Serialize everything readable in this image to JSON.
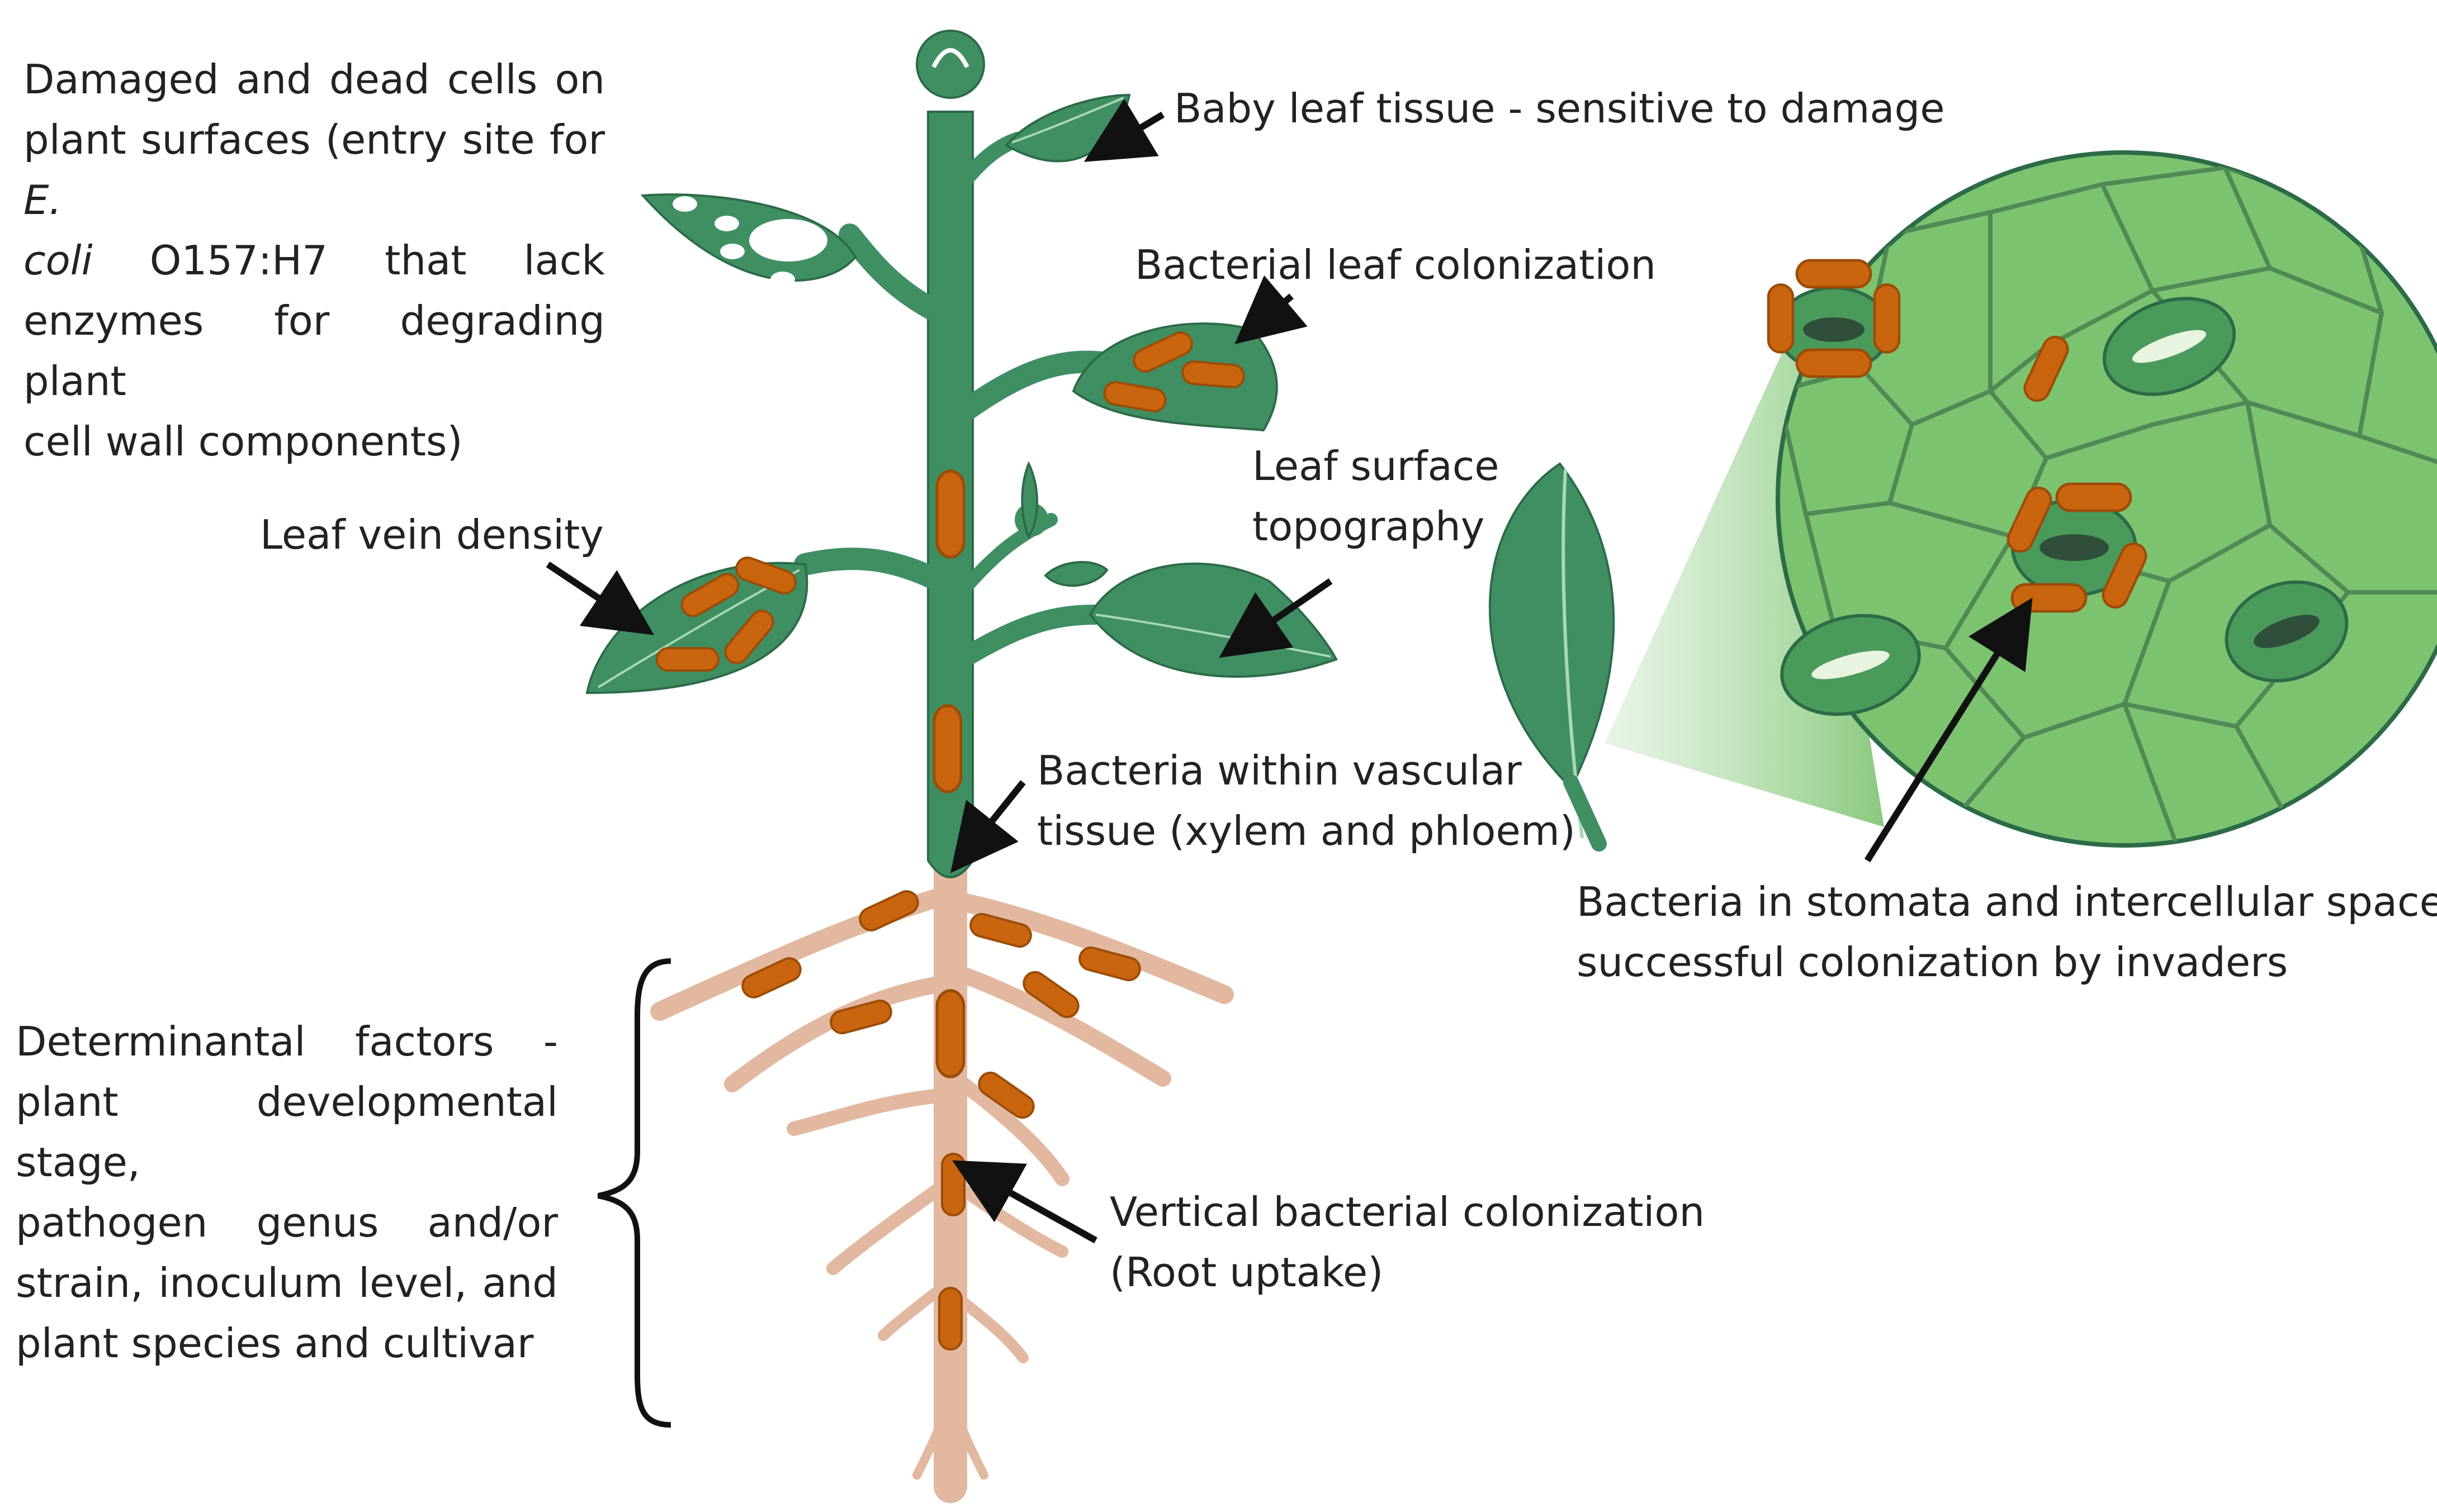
{
  "labels": {
    "damaged_cells": {
      "line1": "Damaged and dead cells on",
      "line2_pre": "plant surfaces (entry site for ",
      "line2_ital": "E.",
      "line3_ital": "coli",
      "line3_post": " O157:H7 that lack",
      "line4": "enzymes for degrading plant",
      "line5": "cell wall components)"
    },
    "baby_leaf": "Baby leaf tissue - sensitive to damage",
    "bacterial_leaf_colonization": "Bacterial leaf colonization",
    "leaf_surface_topography": [
      "Leaf surface",
      "topography"
    ],
    "leaf_vein_density": "Leaf vein density",
    "vascular_tissue": [
      "Bacteria within vascular",
      "tissue (xylem and phloem)"
    ],
    "stomata": [
      "Bacteria in stomata and intercellular spaces -",
      "successful colonization by invaders"
    ],
    "determinantal_factors": [
      "Determinantal factors -",
      "plant developmental stage,",
      "pathogen genus and/or",
      "strain, inoculum level, and",
      "plant species and cultivar"
    ],
    "root_uptake": [
      "Vertical bacterial colonization",
      "(Root uptake)"
    ]
  },
  "colors": {
    "leaf": "#3f8f63",
    "leaf_dark": "#2c6b47",
    "stem": "#3f8f63",
    "bacteria": "#c8650e",
    "root": "#e2b8a0",
    "zoom_bg": "#7cc36f",
    "zoom_cell_line": "#4f8a55",
    "text": "#222222",
    "arrow": "#111111"
  },
  "icons": {
    "bacterium": "bacterium-rod-icon",
    "arrow": "arrow-pointer-icon",
    "brace": "curly-brace-icon",
    "stoma": "stoma-icon",
    "leaf": "leaf-icon"
  }
}
